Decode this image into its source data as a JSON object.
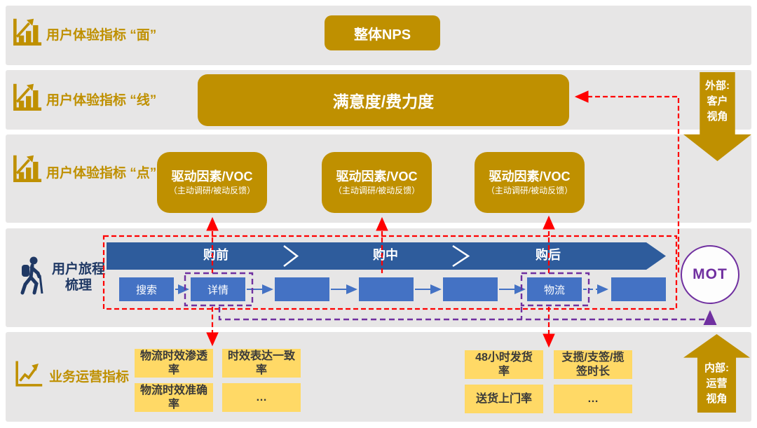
{
  "colors": {
    "gold": "#BF9000",
    "light_yellow": "#FFD966",
    "band_gray": "#E7E6E6",
    "step_blue": "#4472C4",
    "phase_blue": "#2E5C9C",
    "navy": "#1F3864",
    "purple": "#7030A0",
    "red": "#FF0000"
  },
  "bands": {
    "face": {
      "label": "用户体验指标 “面”",
      "button": "整体NPS"
    },
    "line": {
      "label": "用户体验指标 “线”",
      "bar": "满意度/费力度"
    },
    "point": {
      "label": "用户体验指标 “点”",
      "voc": [
        {
          "title": "驱动因素/VOC",
          "subtitle": "（主动调研/被动反馈）"
        },
        {
          "title": "驱动因素/VOC",
          "subtitle": "（主动调研/被动反馈）"
        },
        {
          "title": "驱动因素/VOC",
          "subtitle": "（主动调研/被动反馈）"
        }
      ]
    },
    "journey": {
      "label_line1": "用户旅程",
      "label_line2": "梳理",
      "phases": [
        "购前",
        "购中",
        "购后"
      ],
      "steps": [
        "搜索",
        "详情",
        "",
        "",
        "",
        "物流",
        ""
      ],
      "mot": "MOT"
    },
    "ops": {
      "label": "业务运营指标",
      "left_metrics": [
        "物流时效渗透率",
        "时效表达一致率",
        "物流时效准确率",
        "…"
      ],
      "right_metrics": [
        "48小时发货率",
        "支揽/支签/揽签时长",
        "送货上门率",
        "…"
      ]
    }
  },
  "side": {
    "external": {
      "lines": [
        "外部:",
        "客户",
        "视角"
      ]
    },
    "internal": {
      "lines": [
        "内部:",
        "运营",
        "视角"
      ]
    }
  }
}
